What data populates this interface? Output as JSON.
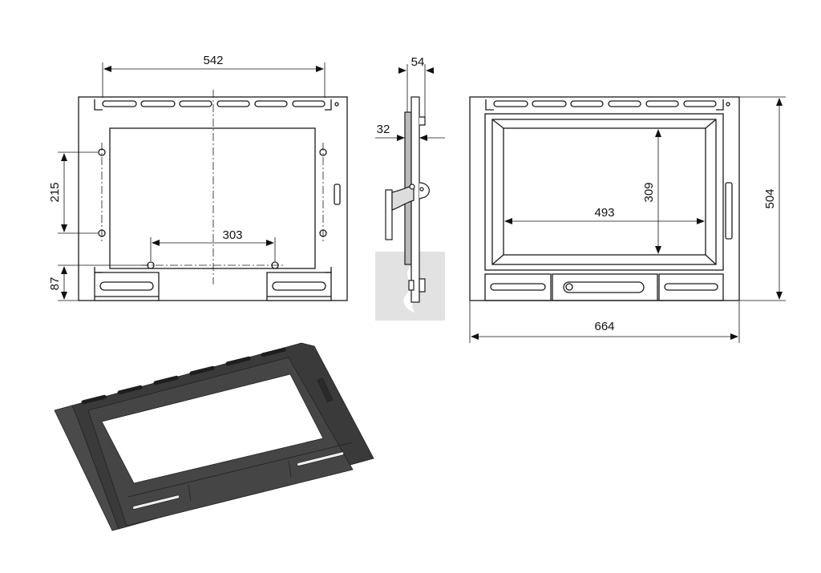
{
  "rear_view": {
    "dims": {
      "width_holes": "542",
      "height_holes": "215",
      "bottom_holes": "303",
      "bottom_offset": "87"
    }
  },
  "side_view": {
    "dims": {
      "depth_total": "54",
      "depth_plate": "32"
    }
  },
  "front_view": {
    "dims": {
      "overall_width": "664",
      "overall_height": "504",
      "glass_width": "493",
      "glass_height": "309"
    }
  },
  "colors": {
    "line": "#1a1a1a",
    "metal": "#3c3c3c",
    "watermark": "#e2e2e2"
  }
}
